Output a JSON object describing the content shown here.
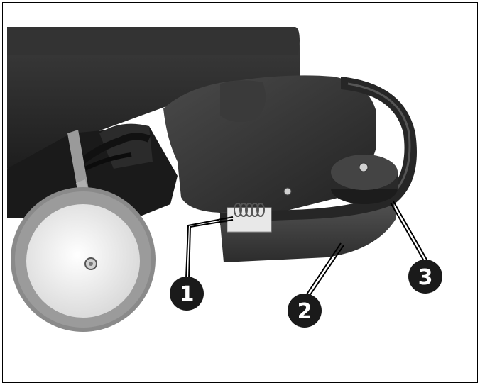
{
  "figure": {
    "callouts": [
      {
        "number": "1",
        "label": "spring-clamp"
      },
      {
        "number": "2",
        "label": "rubber-blade"
      },
      {
        "number": "3",
        "label": "squeegee-wheel"
      }
    ]
  },
  "colors": {
    "background": "#ffffff",
    "body_dark": "#2a2a2a",
    "tire": "#8a8a8a",
    "hub": "#f2f2f2",
    "blade": "#3e3e3e",
    "callout_fill": "#1a1a1a"
  }
}
